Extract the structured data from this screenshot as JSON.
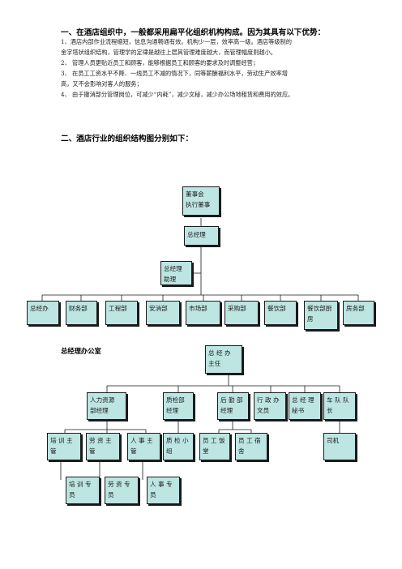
{
  "heading1": "一、在酒店组织中，一般都采用扁平化组织机构构成。因为其具有以下优势：",
  "points": [
    [
      "1、酒店内部作业流程缩短，信息沟通畅通有效。机构少一层，效率高一级。酒店等级制的",
      "金字塔状组织结构，管理学的定律是越往上层其管理难度越大，而管理幅度则越小。"
    ],
    [
      "2、  管理人员更贴近员工和顾客，能够根据员工和顾客的要求及时调整经营；"
    ],
    [
      "3、  在员工工资水平不降、一线员工不减的情况下，同等薪酬福利水平，劳动生产效率增",
      "高，又不会影响对客人的服务；"
    ],
    [
      "4、  由于撤消部分管理岗位，可减少“内耗”，减少文秘，减少办公场地租赁和费用的效应。"
    ]
  ],
  "heading2": "二、酒店行业的组织结构图分别如下：",
  "chart1": {
    "board": [
      "董事会",
      "执行董事"
    ],
    "gm": "总经理",
    "assistant": [
      "总经理",
      "助理"
    ],
    "departments": [
      "总经办",
      "财务部",
      "工程部",
      "安消部",
      "市场部",
      "采购部",
      "餐饮部",
      "餐饮部厨房",
      "房务部"
    ]
  },
  "chart2": {
    "title": "总经理办公室",
    "director": [
      "总 经 办",
      "主任"
    ],
    "managers": [
      [
        "人力资源",
        "部经理"
      ],
      [
        "质检部",
        "经理"
      ],
      [
        "后 勤 部",
        "经理"
      ],
      [
        "行 政 办",
        "文员"
      ],
      [
        "总 经 理",
        "秘书"
      ],
      [
        "车 队 队",
        "长"
      ]
    ],
    "supervisors": [
      [
        "培 训 主",
        "管"
      ],
      [
        "劳 资 主",
        "管"
      ],
      [
        "人 事 主",
        "管"
      ],
      [
        "质 检 小",
        "组"
      ],
      [
        "员 工 饭",
        "堂"
      ],
      [
        "员 工 宿",
        "舍"
      ],
      [
        "司机"
      ]
    ],
    "specialists": [
      [
        "培 训 专",
        "员"
      ],
      [
        "劳 资 专",
        "员"
      ],
      [
        "人 事 专",
        "员"
      ]
    ]
  }
}
